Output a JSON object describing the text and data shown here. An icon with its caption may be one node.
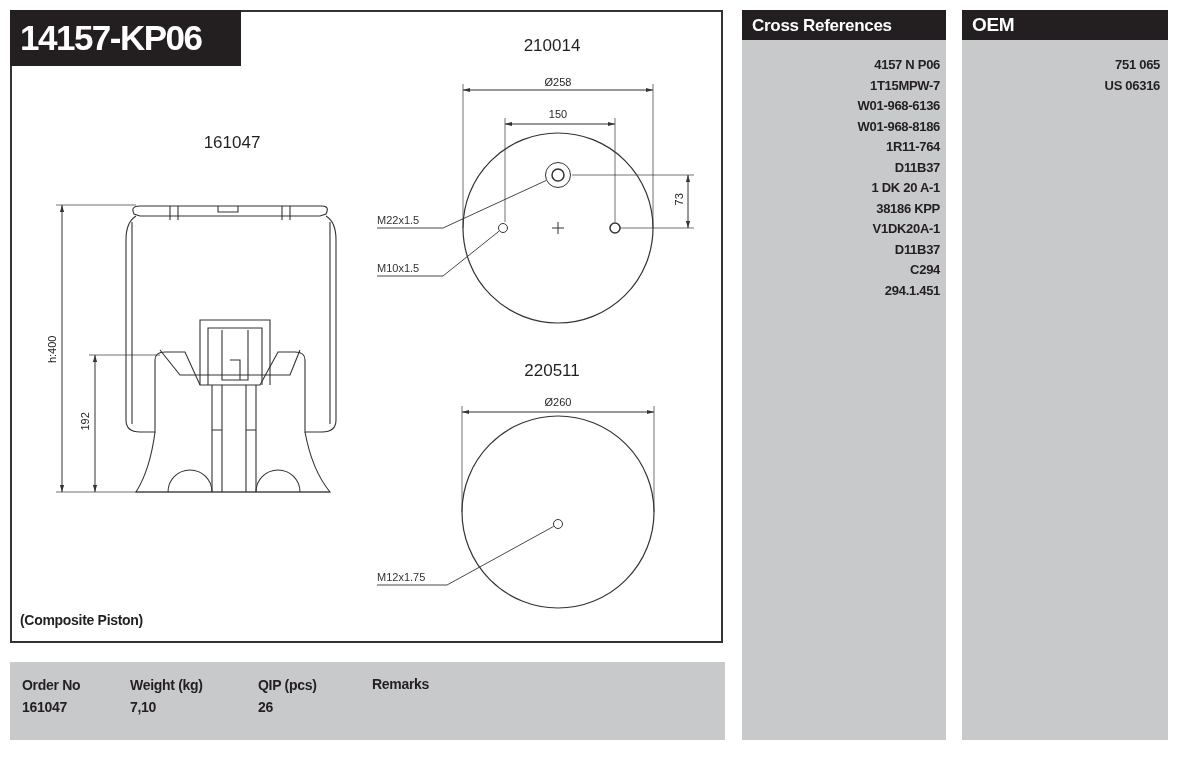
{
  "diagram": {
    "title": "14157-KP06",
    "nodes": [
      {
        "text": [
          "M22x1.5"
        ]
      },
      {
        "text": [],
        "shape": "circle"
      },
      {
        "text": [
          "M10x1.5"
        ]
      },
      {
        "text": [],
        "shape": "circle"
      },
      {
        "text": [
          "M12x1.75"
        ]
      },
      {
        "text": [],
        "shape": "circle"
      }
    ],
    "edges": [
      {
        "from": 0,
        "to": 1,
        "arrow": "none"
      },
      {
        "from": 2,
        "to": 3,
        "arrow": "none"
      },
      {
        "from": 4,
        "to": 5,
        "arrow": "none"
      }
    ],
    "labels": [
      "210014",
      "Ø258",
      "150",
      "161047",
      "73",
      "h:400",
      "192",
      "220511",
      "Ø260",
      "(Composite Piston)",
      "Order No",
      "Weight (kg)",
      "QIP (pcs)",
      "Remarks",
      "161047",
      "7,10",
      "26",
      "Cross References",
      "4157 N P06",
      "1T15MPW-7",
      "W01-968-6136",
      "W01-968-8186",
      "1R11-764",
      "D11B37",
      "1 DK 20 A-1",
      "38186 KPP",
      "V1DK20A-1",
      "D11B37",
      "C294",
      "294.1.451",
      "OEM",
      "751 065",
      "US 06316"
    ]
  }
}
